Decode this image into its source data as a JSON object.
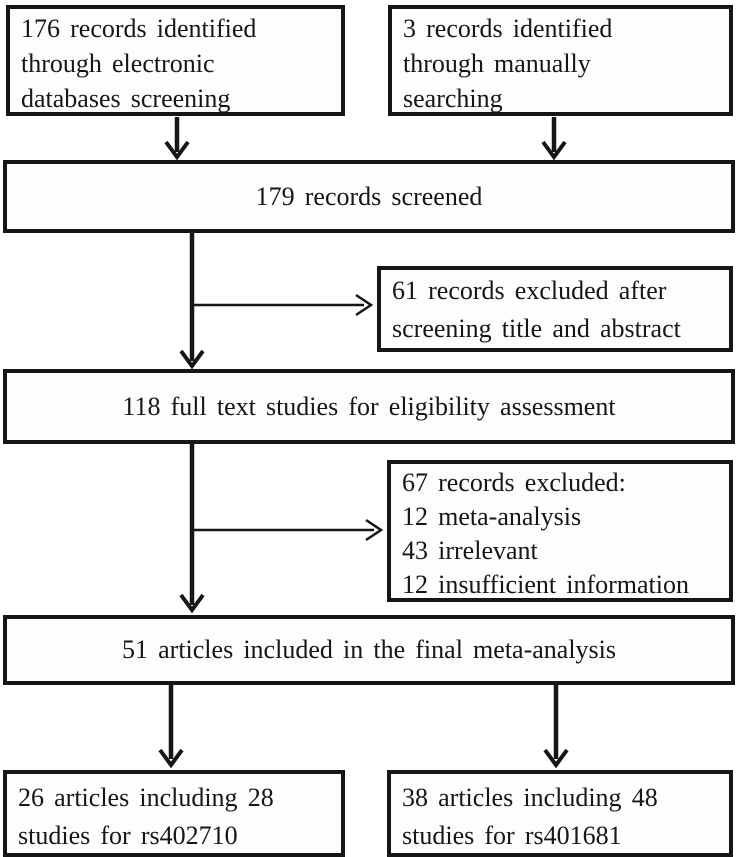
{
  "colors": {
    "ink": "#161616",
    "box_fill": "#fdfdfd",
    "page_bg": "#ffffff"
  },
  "flowchart": {
    "identification": {
      "electronic": {
        "lines": [
          "176 records identified",
          "through electronic",
          "databases screening"
        ]
      },
      "manual": {
        "lines": [
          "3 records identified",
          "through manually",
          "searching"
        ]
      }
    },
    "screened": {
      "text": "179 records screened"
    },
    "excluded_screening": {
      "lines": [
        "61 records excluded after",
        "screening title and abstract"
      ]
    },
    "eligibility": {
      "text": "118 full text studies for eligibility assessment"
    },
    "excluded_fulltext": {
      "lines": [
        "67 records excluded:",
        "12 meta-analysis",
        "43 irrelevant",
        "12 insufficient information"
      ]
    },
    "included": {
      "text": "51 articles included in the final meta-analysis"
    },
    "rs402710": {
      "lines": [
        "26 articles including 28",
        "studies for rs402710"
      ]
    },
    "rs401681": {
      "lines": [
        "38 articles including 48",
        "studies for rs401681"
      ]
    }
  }
}
